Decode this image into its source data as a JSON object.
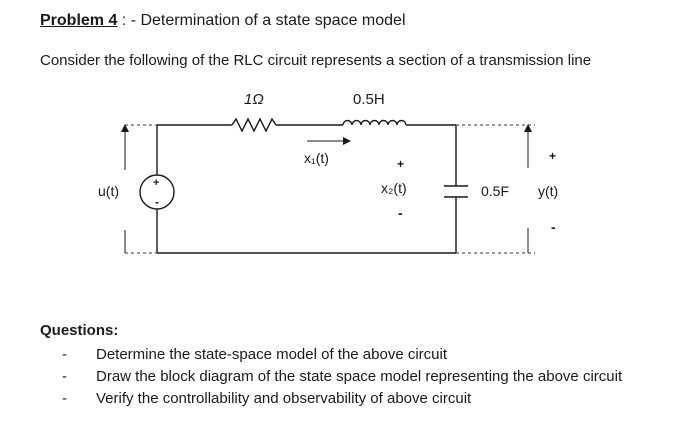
{
  "problem": {
    "label": "Problem 4",
    "separator": " : - ",
    "title": "Determination of a state space model"
  },
  "intro": "Consider the following of the RLC circuit represents a section of a transmission line",
  "circuit": {
    "resistor_label": "1Ω",
    "inductor_label": "0.5H",
    "capacitor_label": "0.5F",
    "source_label": "u(t)",
    "state1_label": "x₁(t)",
    "state2_label": "x₂(t)",
    "output_label": "y(t)",
    "plus_sign": "+",
    "minus_sign": "-"
  },
  "questions": {
    "title": "Questions:",
    "bullet": "-",
    "items": [
      "Determine the state-space model of the above circuit",
      "Draw the block diagram of the state space model representing the above circuit",
      "Verify the controllability and observability of above circuit"
    ]
  }
}
